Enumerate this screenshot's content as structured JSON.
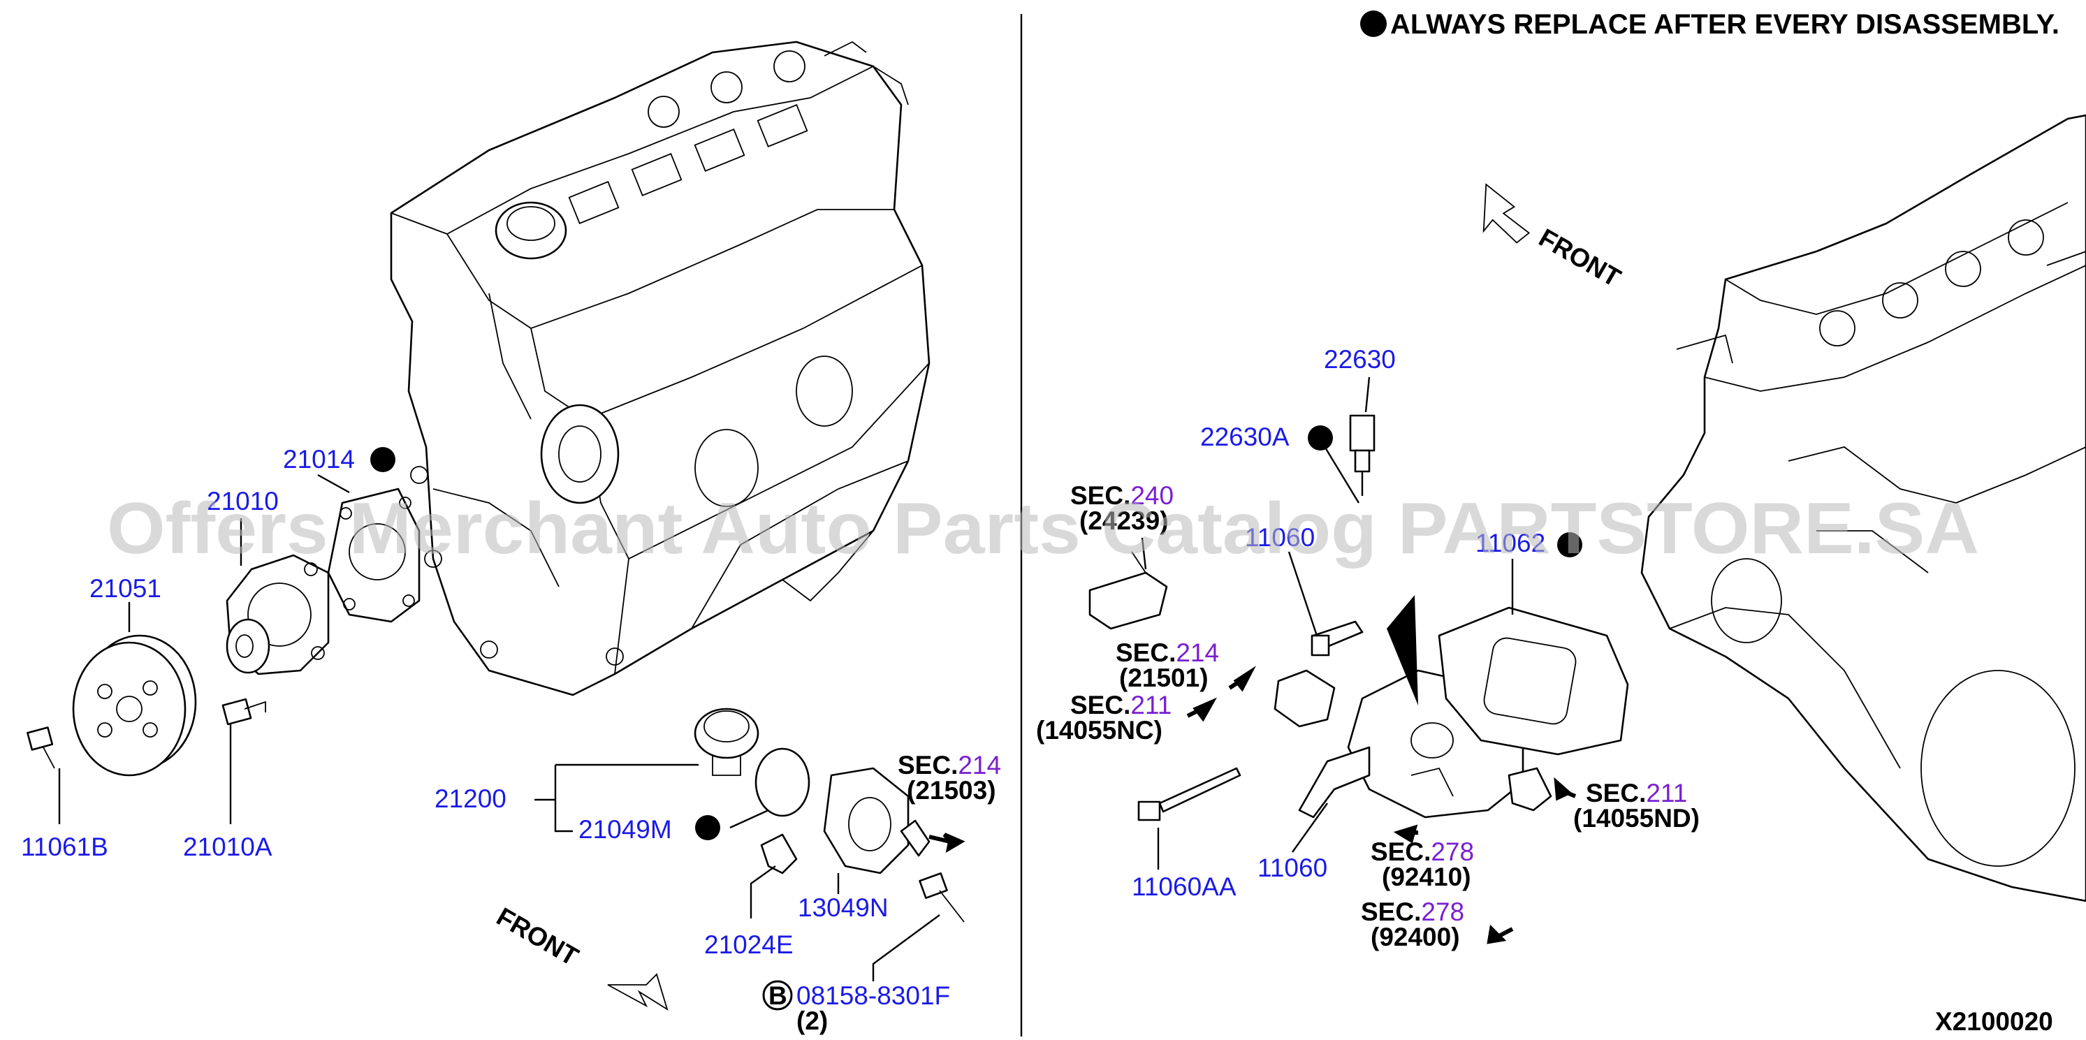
{
  "header": {
    "notice": "ALWAYS REPLACE AFTER EVERY DISASSEMBLY."
  },
  "watermark": "Offers Merchant Auto Parts Catalog PARTSTORE.SA",
  "diagram_code": "X2100020",
  "front_label": "FRONT",
  "colors": {
    "part_number": "#1a1ae6",
    "section_number": "#7a1fd1",
    "watermark": "#b9b9b9"
  },
  "parts": {
    "p21014": "21014",
    "p21010": "21010",
    "p21051": "21051",
    "p11061B": "11061B",
    "p21010A": "21010A",
    "p21200": "21200",
    "p21049M": "21049M",
    "p13049N": "13049N",
    "p21024E": "21024E",
    "p08158": "08158-8301F",
    "p08158_qty": "(2)",
    "p08158_badge": "B",
    "p22630": "22630",
    "p22630A": "22630A",
    "p11060": "11060",
    "p11060AA": "11060AA",
    "p11060_upper": "11060",
    "p11062": "11062"
  },
  "sections": {
    "sec_prefix": "SEC.",
    "s240_num": "240",
    "s240_sub": "(24239)",
    "s214a_num": "214",
    "s214a_sub": "(21501)",
    "s211a_num": "211",
    "s211a_sub": "(14055NC)",
    "s214b_num": "214",
    "s214b_sub": "(21503)",
    "s211b_num": "211",
    "s211b_sub": "(14055ND)",
    "s278a_num": "278",
    "s278a_sub": "(92410)",
    "s278b_num": "278",
    "s278b_sub": "(92400)"
  }
}
